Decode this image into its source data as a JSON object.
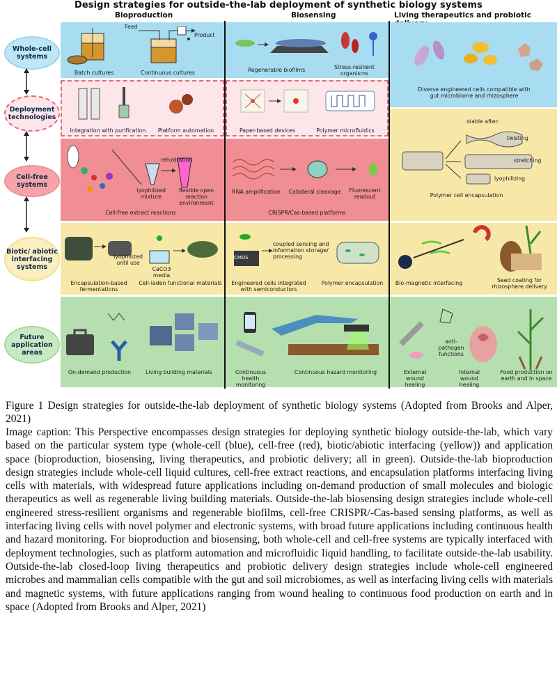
{
  "figure": {
    "title": "Design strategies for outside-the-lab deployment of synthetic biology systems",
    "columns": [
      "Bioproduction",
      "Biosensing",
      "Living therapeutics and probiotic delivery"
    ],
    "rows": [
      {
        "label": "Whole-cell systems",
        "color": "#a8dcf0"
      },
      {
        "label": "Deployment technologies",
        "color": "#f6c6cc"
      },
      {
        "label": "Cell-free systems",
        "color": "#f08e93"
      },
      {
        "label": "Biotic/ abiotic interfacing systems",
        "color": "#f8e8a8"
      },
      {
        "label": "Future application areas",
        "color": "#b6dfb0"
      }
    ],
    "bioproduction": {
      "batch": "Batch cultures",
      "continuous": "Continuous cultures",
      "feed": "Feed",
      "product": "Product",
      "purification": "Integration with purification",
      "automation": "Platform automation",
      "lyophilized": "lyophilized mixture",
      "rehydration": "rehydration",
      "open_env": "flexible open reaction environment",
      "cell_free_extract": "Cell-free extract reactions",
      "lyophilized_until_use": "lyophilized until use",
      "caco3": "CaCO3 media",
      "encapsulation_ferm": "Encapsulation-based fermentations",
      "cell_laden": "Cell-laden functional materials",
      "on_demand": "On-demand production",
      "living_building": "Living building materials"
    },
    "biosensing": {
      "biofilms": "Regenerable biofilms",
      "stress": "Stress-resilient organisms",
      "paper": "Paper-based devices",
      "microfluidics": "Polymer microfluidics",
      "rna_amp": "RNA amplification",
      "collateral": "Collateral cleavage",
      "fluorescent": "Fluorescent readout",
      "crispr": "CRISPR/Cas-based platforms",
      "coupled": "coupled sensing and information storage/ processing",
      "cmos": "CMOS",
      "semiconductors": "Engineered cells integrated with semiconductors",
      "polymer_encap": "Polymer encapsulation",
      "health": "Continuous health monitoring",
      "hazard": "Continuous hazard monitoring"
    },
    "therapeutics": {
      "diverse": "Diverse engineered cells compatible with gut microbiome and rhizosphere",
      "stable_after": "stable after:",
      "twisting": "twisting",
      "stretching": "stretching",
      "lyophilizing": "lyophilizing",
      "polymer_cell": "Polymer cell encapsulation",
      "magnetic": "Bio-magnetic interfacing",
      "seed": "Seed coating for rhizosphere delivery",
      "external": "External wound healing",
      "anti": "anti- pathogen functions",
      "internal": "Internal wound healing",
      "food": "Food production on earth and in space"
    }
  },
  "caption": {
    "figure": "Figure 1 Design strategies for outside-the-lab deployment of synthetic biology systems (Adopted from Brooks and Alper, 2021)",
    "image": "Image caption: This Perspective encompasses design strategies for deploying synthetic biology outside-the-lab, which vary based on the particular system type (whole-cell (blue), cell-free (red), biotic/abiotic interfacing (yellow)) and application space (bioproduction, biosensing, living therapeutics, and probiotic delivery; all in green). Outside-the-lab bioproduction design strategies include whole-cell liquid cultures, cell-free extract reactions, and encapsulation platforms interfacing living cells with materials, with widespread future applications including on-demand production of small molecules and biologic therapeutics as well as regenerable living building materials. Outside-the-lab biosensing design strategies include whole-cell engineered stress-resilient organisms and regenerable biofilms, cell-free CRISPR/-Cas-based sensing platforms, as well as interfacing living cells with novel polymer and electronic systems, with broad future applications including continuous health and hazard monitoring. For bioproduction and biosensing, both whole-cell and cell-free systems are typically interfaced with deployment technologies, such as platform automation and microfluidic liquid handling, to facilitate outside-the-lab usability. Outside-the-lab closed-loop living therapeutics and probiotic delivery design strategies include whole-cell engineered microbes and mammalian cells compatible with the gut and soil microbiomes, as well as interfacing living cells with materials and magnetic systems, with future applications ranging from wound healing to continuous food production on earth and in space (Adopted from Brooks and Alper, 2021)"
  }
}
